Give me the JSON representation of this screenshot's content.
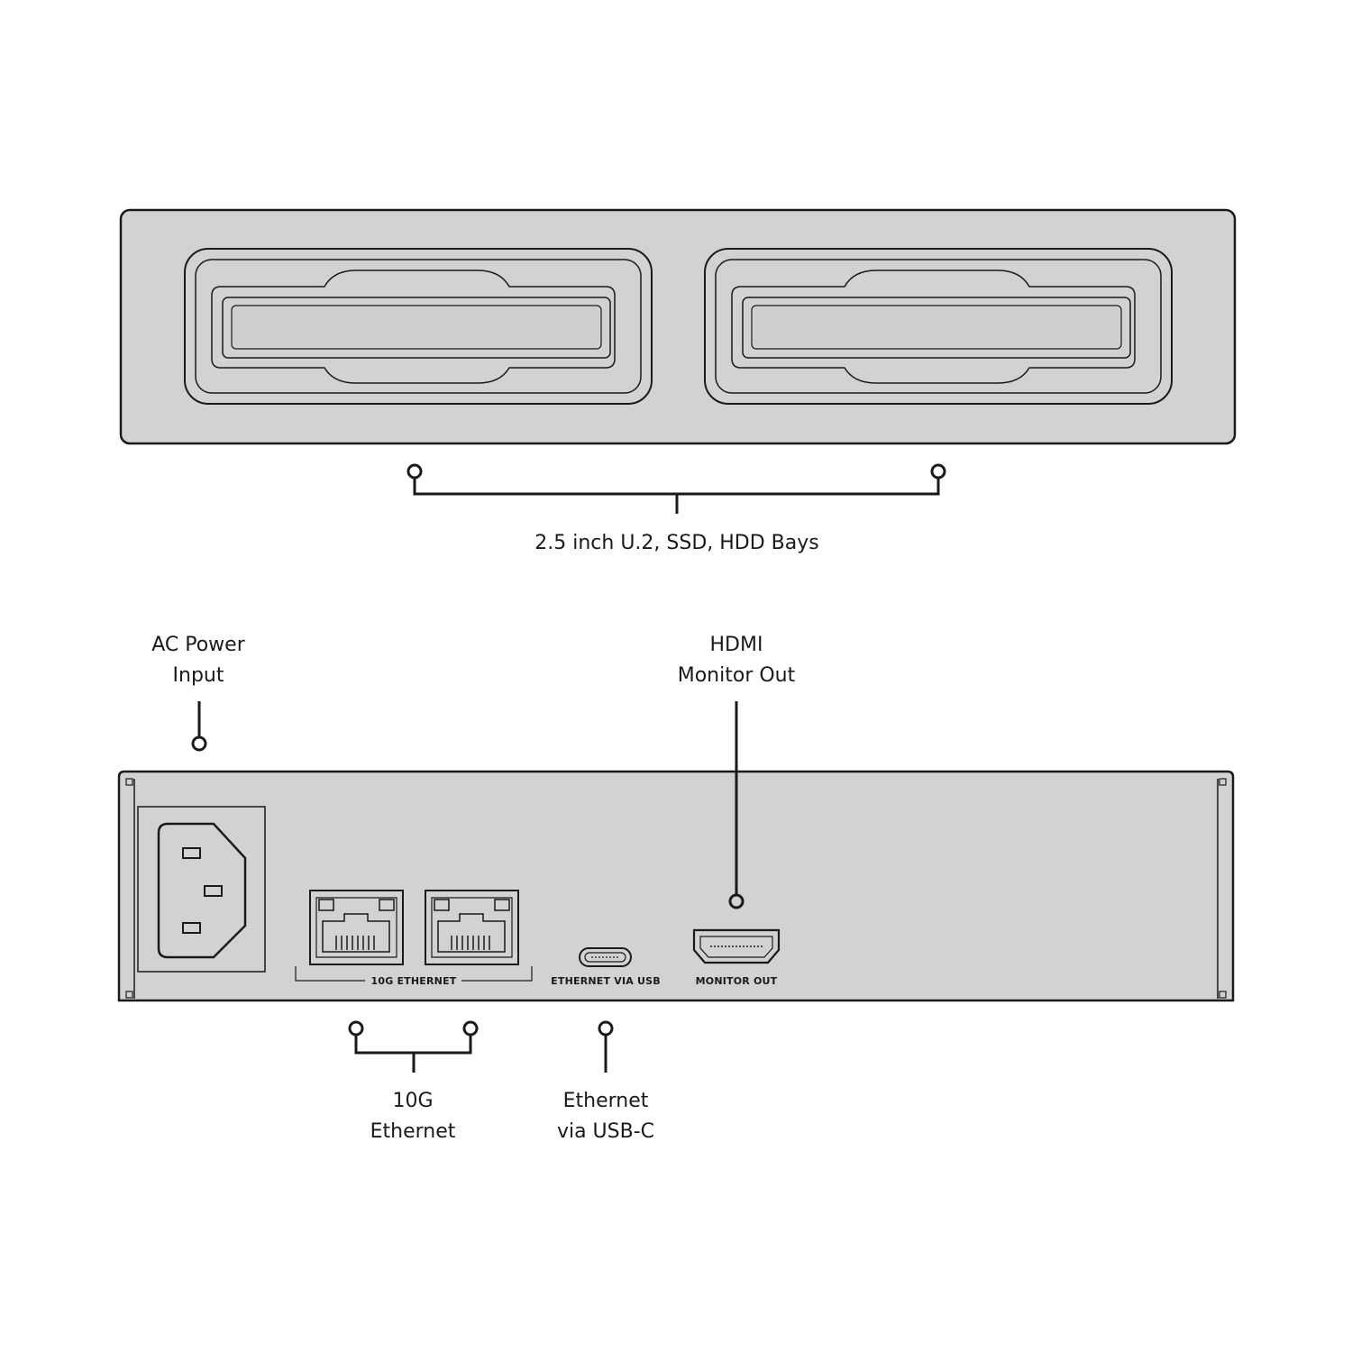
{
  "front_view": {
    "callout_bays": "2.5 inch U.2, SSD, HDD Bays"
  },
  "rear_view": {
    "callout_ac_power": [
      "AC Power",
      "Input"
    ],
    "callout_hdmi": [
      "HDMI",
      "Monitor Out"
    ],
    "callout_10g": [
      "10G",
      "Ethernet"
    ],
    "callout_usb_ethernet": [
      "Ethernet",
      "via USB-C"
    ],
    "panel_label_10g": "10G ETHERNET",
    "panel_label_usb": "ETHERNET VIA USB",
    "panel_label_monitor": "MONITOR OUT"
  },
  "colors": {
    "chassis_fill": "#d2d2d2",
    "outline": "#1a1a1a",
    "background": "#ffffff"
  }
}
